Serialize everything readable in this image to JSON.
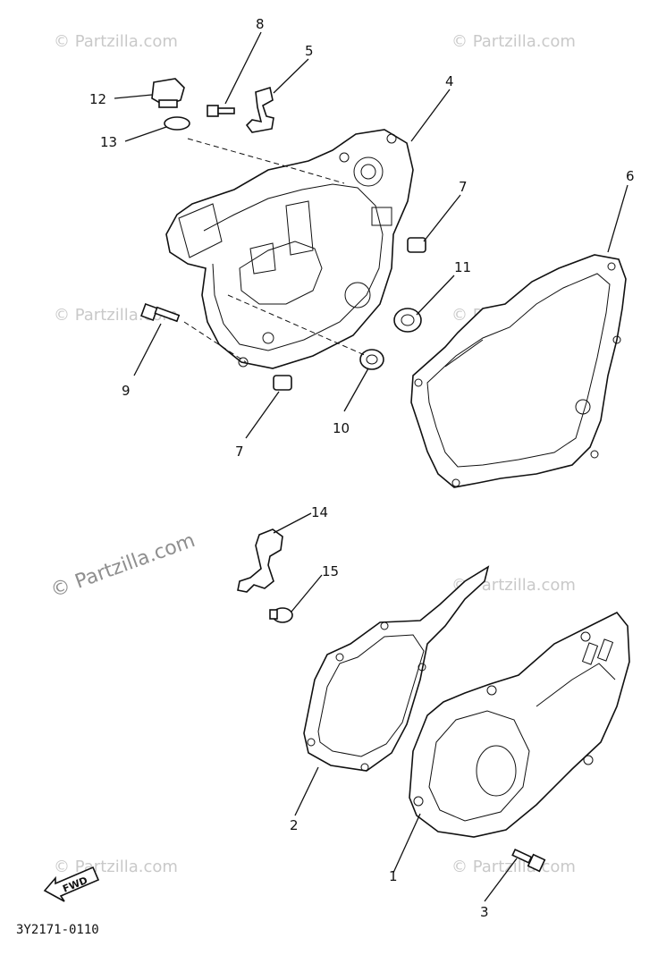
{
  "watermark": {
    "small_text": "© Partzilla.com",
    "large_text": "© Partzilla.com"
  },
  "callouts": [
    {
      "id": "c1",
      "label": "1"
    },
    {
      "id": "c2",
      "label": "2"
    },
    {
      "id": "c3",
      "label": "3"
    },
    {
      "id": "c4",
      "label": "4"
    },
    {
      "id": "c5",
      "label": "5"
    },
    {
      "id": "c6",
      "label": "6"
    },
    {
      "id": "c7a",
      "label": "7"
    },
    {
      "id": "c7b",
      "label": "7"
    },
    {
      "id": "c8",
      "label": "8"
    },
    {
      "id": "c9",
      "label": "9"
    },
    {
      "id": "c10",
      "label": "10"
    },
    {
      "id": "c11",
      "label": "11"
    },
    {
      "id": "c12",
      "label": "12"
    },
    {
      "id": "c13",
      "label": "13"
    },
    {
      "id": "c14",
      "label": "14"
    },
    {
      "id": "c15",
      "label": "15"
    }
  ],
  "fwd_label": "FWD",
  "diagram_code": "3Y2171-0110"
}
